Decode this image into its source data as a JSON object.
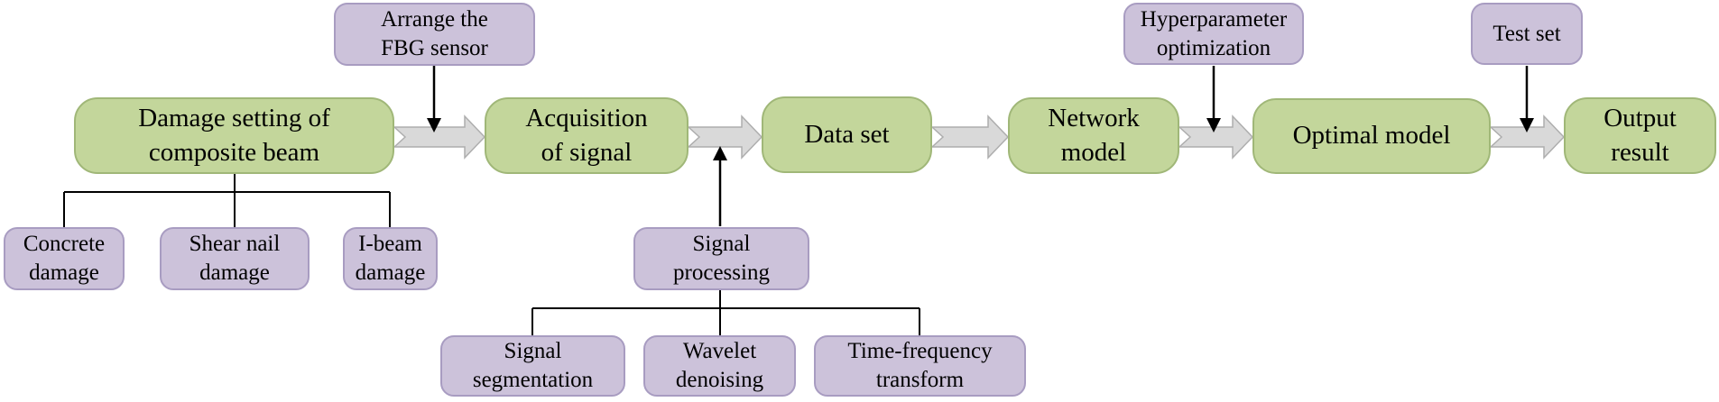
{
  "diagram": {
    "colors": {
      "bg": "#ffffff",
      "process_fill": "#c3d69b",
      "process_border": "#a0b778",
      "annotation_fill": "#ccc2da",
      "annotation_border": "#a89cc1",
      "flow_arrow_fill": "#d9d9d9",
      "flow_arrow_border": "#aeaeae",
      "connector": "#000000",
      "text": "#000000"
    },
    "main_flow": {
      "damage_setting": {
        "label": "Damage setting of\ncomposite beam"
      },
      "acquisition": {
        "label": "Acquisition\nof signal"
      },
      "data_set": {
        "label": "Data set"
      },
      "network_model": {
        "label": "Network\nmodel"
      },
      "optimal_model": {
        "label": "Optimal model"
      },
      "output_result": {
        "label": "Output\nresult"
      }
    },
    "annotations": {
      "arrange_fbg": {
        "label": "Arrange the\nFBG sensor"
      },
      "hyperparameter": {
        "label": "Hyperparameter\noptimization"
      },
      "test_set": {
        "label": "Test set"
      },
      "concrete_damage": {
        "label": "Concrete\ndamage"
      },
      "shear_nail_damage": {
        "label": "Shear nail\ndamage"
      },
      "ibeam_damage": {
        "label": "I-beam\ndamage"
      },
      "signal_processing": {
        "label": "Signal\nprocessing"
      },
      "signal_segmentation": {
        "label": "Signal\nsegmentation"
      },
      "wavelet_denoising": {
        "label": "Wavelet\ndenoising"
      },
      "time_frequency": {
        "label": "Time-frequency\ntransform"
      }
    }
  }
}
